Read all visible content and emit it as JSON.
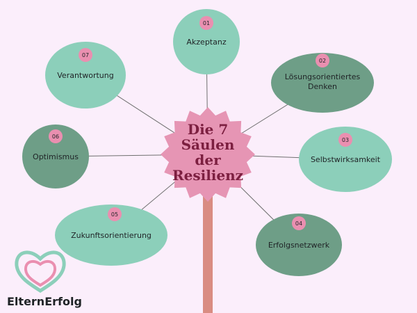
{
  "center": {
    "lines": [
      "Die 7",
      "Säulen",
      "der",
      "Resilienz"
    ]
  },
  "pillars": [
    {
      "num": "01",
      "lines": [
        "Akzeptanz"
      ],
      "tone": "light"
    },
    {
      "num": "02",
      "lines": [
        "Lösungsorientiertes",
        "Denken"
      ],
      "tone": "dark"
    },
    {
      "num": "03",
      "lines": [
        "Selbstwirksamkeit"
      ],
      "tone": "light"
    },
    {
      "num": "04",
      "lines": [
        "Erfolgsnetzwerk"
      ],
      "tone": "dark"
    },
    {
      "num": "05",
      "lines": [
        "Zukunftsorientierung"
      ],
      "tone": "light"
    },
    {
      "num": "06",
      "lines": [
        "Optimismus"
      ],
      "tone": "dark"
    },
    {
      "num": "07",
      "lines": [
        "Verantwortung"
      ],
      "tone": "light"
    }
  ],
  "logo": {
    "text": "ElternErfolg"
  },
  "colors": {
    "background": "#fbeefb",
    "pillar_light": "#8ccfba",
    "pillar_dark": "#6e9e87",
    "badge": "#ea8fb0",
    "center_fill": "#e695b4",
    "center_text": "#7c1f40",
    "stem": "#d98c82",
    "line": "#6f6f6f",
    "text_dark": "#1f2326"
  }
}
